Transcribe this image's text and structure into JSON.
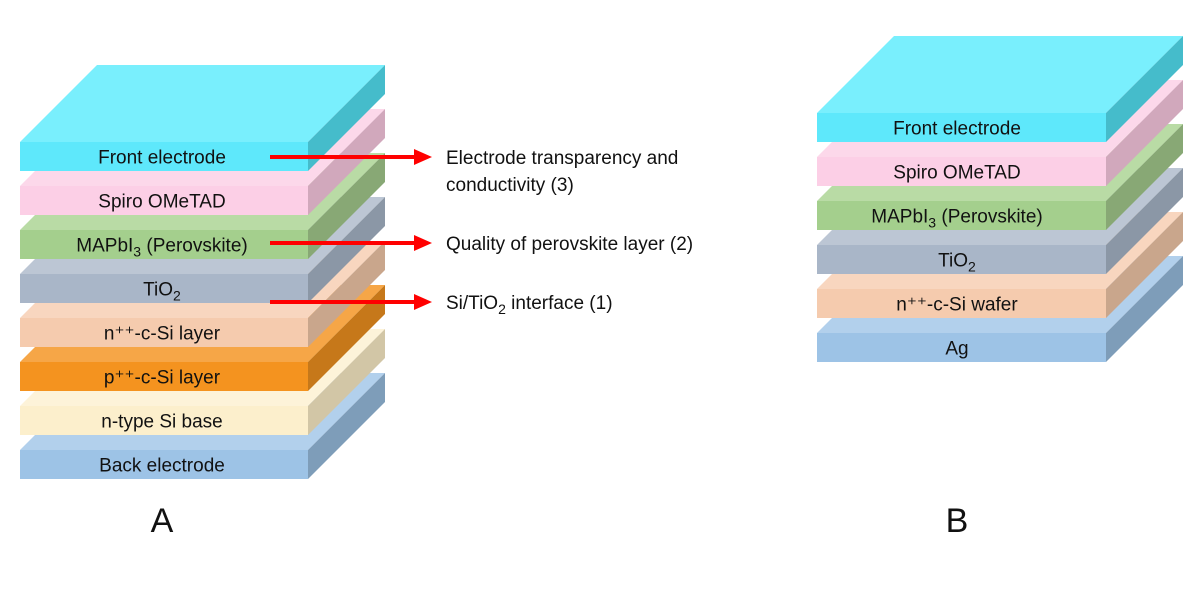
{
  "diagram": {
    "stacks": [
      {
        "id": "A",
        "panel_label": "A",
        "layers": [
          {
            "label": "Front electrode",
            "sub": "",
            "suffix": "",
            "color": "#5ee8fb",
            "top": "#79effd",
            "side": "#45bccb"
          },
          {
            "label": "Spiro OMeTAD",
            "sub": "",
            "suffix": "",
            "color": "#fccfe6",
            "top": "#fcd8ea",
            "side": "#d1a8bc"
          },
          {
            "label": "MAPbI",
            "sub": "3",
            "suffix": " (Perovskite)",
            "color": "#a4cf8d",
            "top": "#b9dba5",
            "side": "#88a875"
          },
          {
            "label": "TiO",
            "sub": "2",
            "suffix": "",
            "color": "#a9b6c8",
            "top": "#bcc6d4",
            "side": "#8b97a6"
          },
          {
            "label": "n⁺⁺-c-Si layer",
            "sub": "",
            "suffix": "",
            "color": "#f5cbae",
            "top": "#f8d6bf",
            "side": "#c9a68c"
          },
          {
            "label": "p⁺⁺-c-Si layer",
            "sub": "",
            "suffix": "",
            "color": "#f4931f",
            "top": "#f6a647",
            "side": "#c6781a"
          },
          {
            "label": "n-type Si base",
            "sub": "",
            "suffix": "",
            "color": "#fcefcc",
            "top": "#fdf3d9",
            "side": "#d2c6a6"
          },
          {
            "label": "Back electrode",
            "sub": "",
            "suffix": "",
            "color": "#9dc3e6",
            "top": "#b2d0ec",
            "side": "#7e9db9"
          }
        ]
      },
      {
        "id": "B",
        "panel_label": "B",
        "layers": [
          {
            "label": "Front electrode",
            "sub": "",
            "suffix": "",
            "color": "#5ee8fb",
            "top": "#79effd",
            "side": "#45bccb"
          },
          {
            "label": "Spiro OMeTAD",
            "sub": "",
            "suffix": "",
            "color": "#fccfe6",
            "top": "#fcd8ea",
            "side": "#d1a8bc"
          },
          {
            "label": "MAPbI",
            "sub": "3",
            "suffix": " (Perovskite)",
            "color": "#a4cf8d",
            "top": "#b9dba5",
            "side": "#88a875"
          },
          {
            "label": "TiO",
            "sub": "2",
            "suffix": "",
            "color": "#a9b6c8",
            "top": "#bcc6d4",
            "side": "#8b97a6"
          },
          {
            "label": "n⁺⁺-c-Si wafer",
            "sub": "",
            "suffix": "",
            "color": "#f5cbae",
            "top": "#f8d6bf",
            "side": "#c9a68c"
          },
          {
            "label": "Ag",
            "sub": "",
            "suffix": "",
            "color": "#9dc3e6",
            "top": "#b2d0ec",
            "side": "#7e9db9"
          }
        ]
      }
    ],
    "annotations": [
      {
        "line1": "Electrode transparency and",
        "line2": "conductivity (3)",
        "pre": "",
        "sub": "",
        "post": "",
        "from_layer": 0
      },
      {
        "line1": "Quality of perovskite layer (2)",
        "line2": "",
        "pre": "",
        "sub": "",
        "post": "",
        "from_layer": 2
      },
      {
        "line1": "",
        "line2": "",
        "pre": "Si/TiO",
        "sub": "2",
        "post": " interface (1)",
        "from_layer": 3
      }
    ],
    "arrow_color": "#ff0000"
  }
}
